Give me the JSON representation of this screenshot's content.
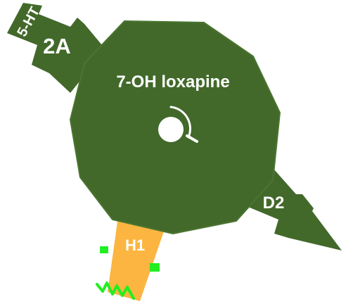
{
  "drug": {
    "name": "7-OH loxapine"
  },
  "receptors": [
    {
      "id": "5ht2a",
      "label_top": "5-HT",
      "label_main": "2A",
      "color": "#42692a"
    },
    {
      "id": "d2",
      "label": "D2",
      "color": "#42692a"
    },
    {
      "id": "h1",
      "label": "H1",
      "color": "#fbb540",
      "accent": "#22ee22"
    }
  ],
  "colors": {
    "drug_body": "#42692a",
    "drug_outline": "#4a7530",
    "background": "#ffffff",
    "text": "#ffffff"
  },
  "icons": {
    "center": "search-icon"
  }
}
